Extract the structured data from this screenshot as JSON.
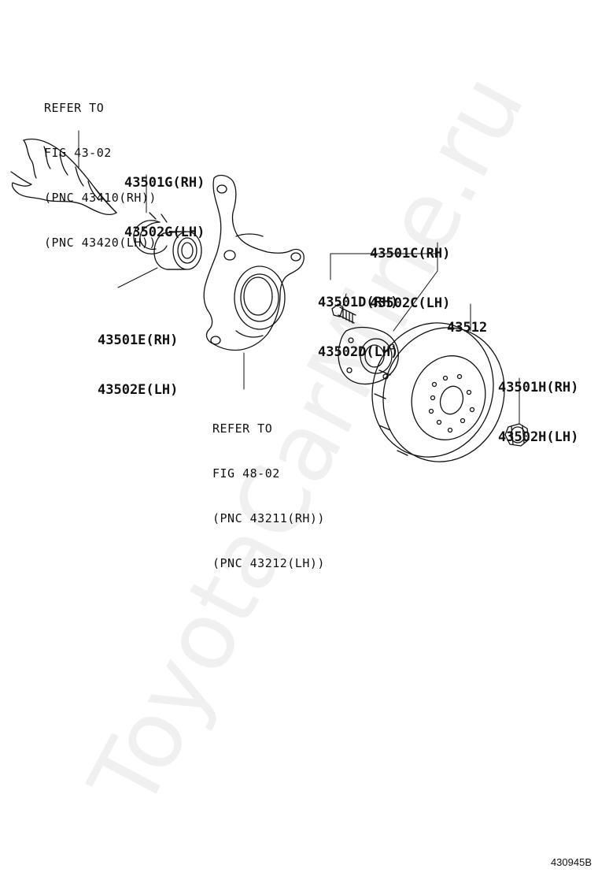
{
  "watermark": "ToyotaCarMine.ru",
  "figure_id": "430945B",
  "refs": {
    "axle_shaft": [
      "REFER TO",
      "FIG 43-02",
      "(PNC 43410(RH))",
      "(PNC 43420(LH))"
    ],
    "knuckle": [
      "REFER TO",
      "FIG 48-02",
      "(PNC 43211(RH))",
      "(PNC 43212(LH))"
    ]
  },
  "parts": {
    "snap_ring": [
      "43501G(RH)",
      "43502G(LH)"
    ],
    "bearing": [
      "43501E(RH)",
      "43502E(LH)"
    ],
    "hub": [
      "43501C(RH)",
      "43502C(LH)"
    ],
    "hub_bolt": [
      "43501D(RH)",
      "43502D(LH)"
    ],
    "disc": [
      "43512"
    ],
    "nut": [
      "43501H(RH)",
      "43502H(LH)"
    ]
  },
  "colors": {
    "ink": "#111111"
  }
}
